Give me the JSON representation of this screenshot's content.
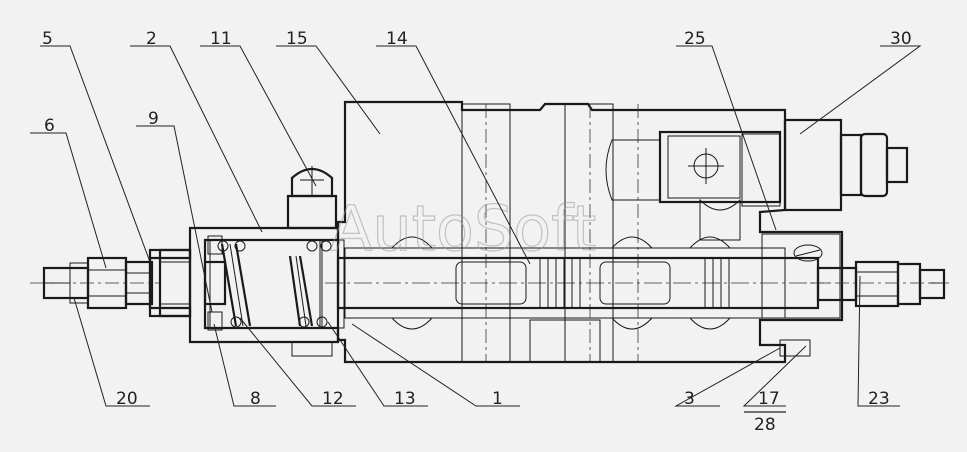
{
  "watermark": "AutoSoft",
  "callouts_top": [
    "5",
    "2",
    "11",
    "15",
    "14",
    "25",
    "30",
    "6",
    "9"
  ],
  "callouts_bottom": [
    "20",
    "8",
    "12",
    "13",
    "1",
    "3",
    "17",
    "28",
    "23"
  ],
  "colors": {
    "background": "#f2f2f2",
    "line": "#1a1a1a",
    "hatch": "#555555"
  }
}
